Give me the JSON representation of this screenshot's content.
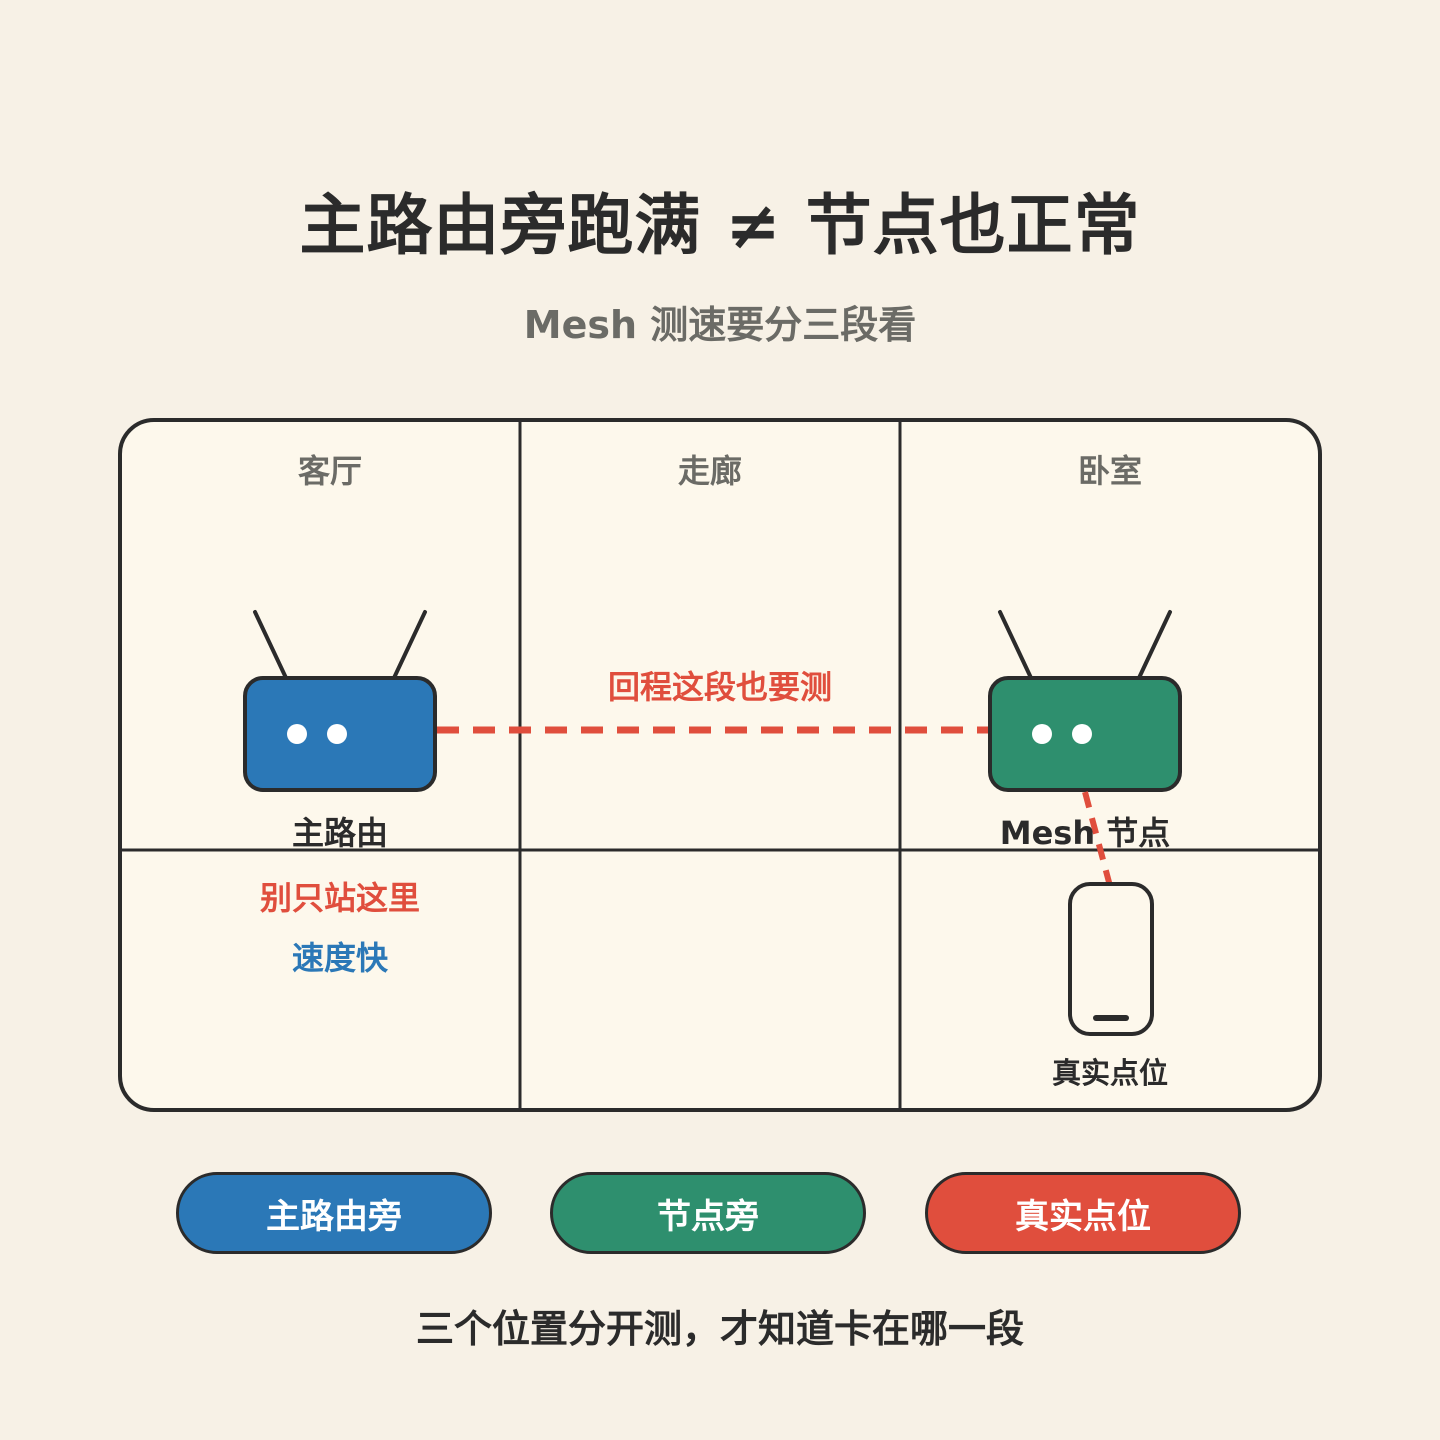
{
  "title": "主路由旁跑满 ≠ 节点也正常",
  "subtitle": "Mesh 测速要分三段看",
  "rooms": {
    "living_room": "客厅",
    "hallway": "走廊",
    "bedroom": "卧室"
  },
  "devices": {
    "main_router": {
      "label": "主路由",
      "color": "#2b78b7",
      "icon": "router-icon"
    },
    "mesh_node": {
      "label": "Mesh 节点",
      "color": "#2e8f6e",
      "icon": "router-icon"
    },
    "phone": {
      "label": "真实点位",
      "icon": "phone-icon"
    }
  },
  "annotations": {
    "backhaul": "回程这段也要测",
    "dont_stand_here": "别只站这里",
    "fast": "速度快"
  },
  "buttons": [
    {
      "label": "主路由旁",
      "color": "#2b78b7"
    },
    {
      "label": "节点旁",
      "color": "#2e8f6e"
    },
    {
      "label": "真实点位",
      "color": "#e04e3d"
    }
  ],
  "footer": "三个位置分开测，才知道卡在哪一段",
  "colors": {
    "background": "#f7f1e6",
    "panel": "#fdf8ec",
    "outline": "#2b2b2b",
    "dash": "#e04e3d"
  }
}
